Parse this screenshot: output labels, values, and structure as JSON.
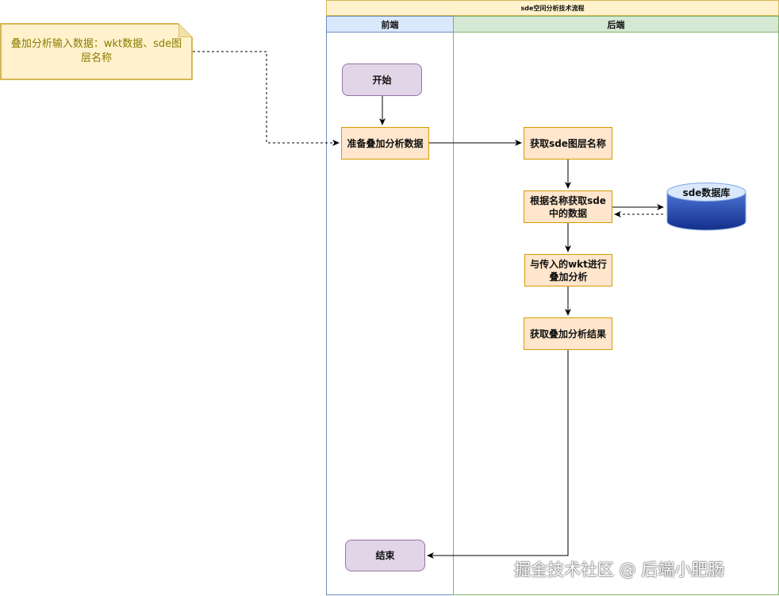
{
  "diagram": {
    "title": "sde空间分析技术流程",
    "lanes": [
      {
        "label": "前端"
      },
      {
        "label": "后端"
      }
    ],
    "note": {
      "text": "叠加分析输入数据：wkt数据、sde图层名称"
    },
    "nodes": {
      "start": "开始",
      "prepare": "准备叠加分析数据",
      "get_layer": "获取sde图层名称",
      "get_data": "根据名称获取sde中的数据",
      "overlay": "与传入的wkt进行叠加分析",
      "get_result": "获取叠加分析结果",
      "end": "结束"
    },
    "database": {
      "label": "sde数据库"
    },
    "colors": {
      "terminal_fill": "#e1d5e7",
      "terminal_stroke": "#9673a6",
      "process_fill": "#ffe6cc",
      "process_stroke": "#d79b00",
      "note_fill": "#fff2cc",
      "note_stroke": "#d6b656",
      "front_lane_fill": "#dae8fc",
      "back_lane_fill": "#d5e8d4",
      "db_top": "#dae8fc",
      "db_body": "#1a3f9a"
    }
  },
  "watermark": "掘金技术社区 @ 后端小肥肠"
}
